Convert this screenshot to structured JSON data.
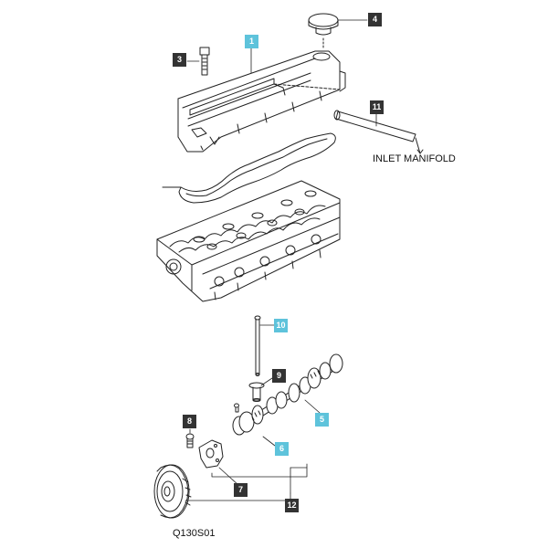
{
  "colors": {
    "callout_dark": "#333333",
    "callout_highlight": "#5ec3db",
    "line": "#222222"
  },
  "callouts": [
    {
      "label": "1",
      "style": "highlight"
    },
    {
      "label": "3",
      "style": "dark"
    },
    {
      "label": "4",
      "style": "dark"
    },
    {
      "label": "11",
      "style": "dark"
    },
    {
      "label": "10",
      "style": "highlight"
    },
    {
      "label": "9",
      "style": "dark"
    },
    {
      "label": "5",
      "style": "highlight"
    },
    {
      "label": "8",
      "style": "dark"
    },
    {
      "label": "6",
      "style": "highlight"
    },
    {
      "label": "7",
      "style": "dark"
    },
    {
      "label": "12",
      "style": "dark"
    }
  ],
  "labels": {
    "inlet_manifold": "INLET MANIFOLD",
    "figure_code": "Q130S01"
  }
}
